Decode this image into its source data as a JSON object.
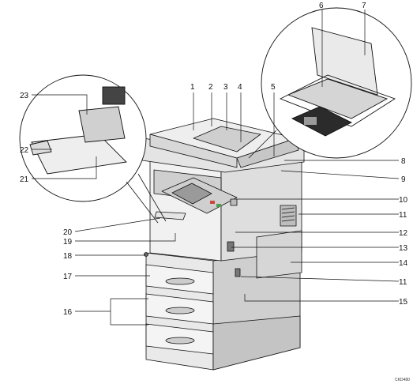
{
  "callouts": [
    "1",
    "2",
    "3",
    "4",
    "5",
    "6",
    "7",
    "8",
    "9",
    "10",
    "11",
    "12",
    "13",
    "14",
    "11",
    "15",
    "16",
    "17",
    "18",
    "19",
    "20",
    "21",
    "22",
    "23"
  ],
  "image_code": "CKD480",
  "colors": {
    "line": "#111111",
    "body_light": "#f3f3f3",
    "body_mid": "#d4d4d4",
    "body_dark": "#8a8a8a",
    "panel_screen": "#9a9a9a",
    "panel_dark": "#2b2b2b",
    "key_red": "#c8483c",
    "key_green": "#4f9d4f"
  }
}
